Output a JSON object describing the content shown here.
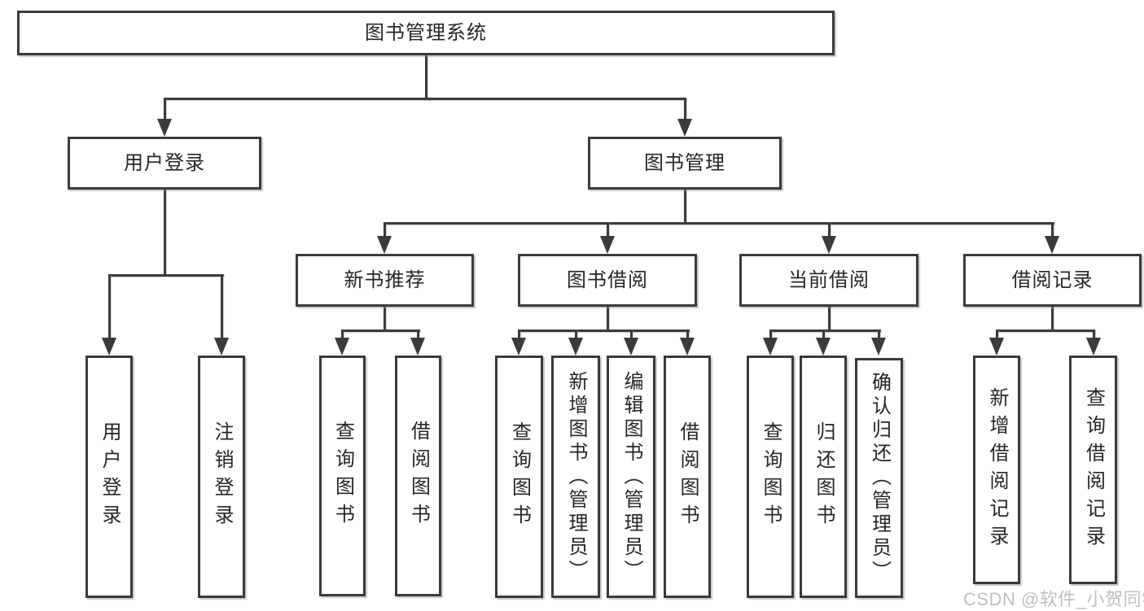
{
  "diagram": {
    "title": "图书管理系统",
    "root": {
      "label": "图书管理系统"
    },
    "level2": [
      {
        "label": "用户登录"
      },
      {
        "label": "图书管理"
      }
    ],
    "level3": [
      {
        "label": "新书推荐"
      },
      {
        "label": "图书借阅"
      },
      {
        "label": "当前借阅"
      },
      {
        "label": "借阅记录"
      }
    ],
    "leaves": {
      "user_login": [
        "用户登录",
        "注销登录"
      ],
      "new_book": [
        "查询图书",
        "借阅图书"
      ],
      "book_borrow": [
        "查询图书",
        "新增图书（管理员）",
        "编辑图书（管理员）",
        "借阅图书"
      ],
      "current_borrow": [
        "查询图书",
        "归还图书",
        "确认归还（管理员）"
      ],
      "borrow_record": [
        "新增借阅记录",
        "查询借阅记录"
      ]
    },
    "watermark": "CSDN @软件_小贺同学",
    "colors": {
      "line": "#3b3b3b",
      "text": "#262626",
      "box_fill": "#ffffff",
      "background": "#ffffff",
      "watermark": "#b8b8b8"
    }
  }
}
